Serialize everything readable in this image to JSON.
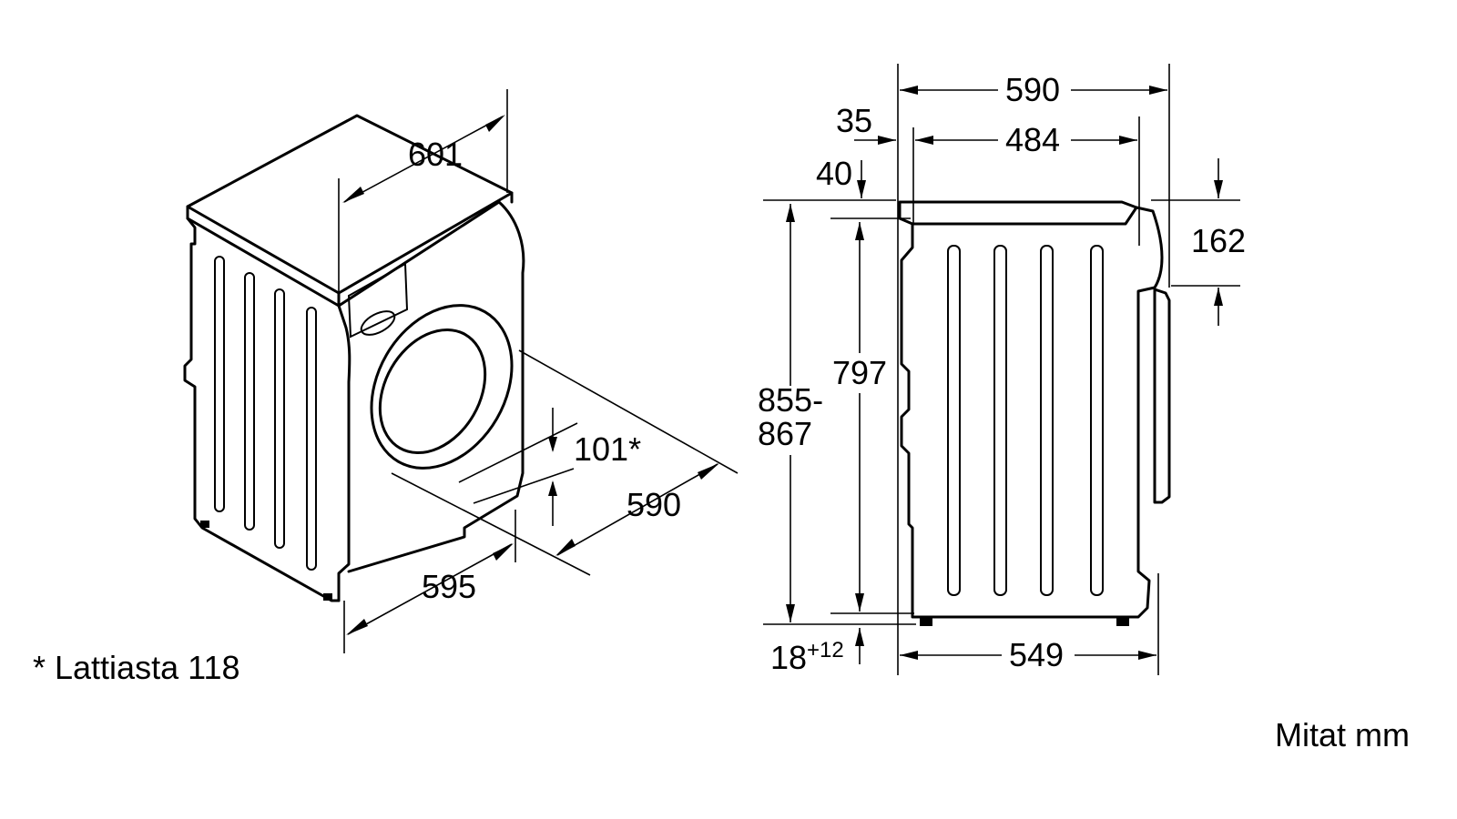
{
  "left_view": {
    "dims": {
      "width_top": "601",
      "width_front": "595",
      "depth": "590",
      "door_clearance": "101*"
    },
    "footnote": "* Lattiasta 118"
  },
  "right_view": {
    "dims": {
      "depth_total": "590",
      "depth_inner": "484",
      "offset_35": "35",
      "offset_40": "40",
      "height_range_top": "855-",
      "height_range_bottom": "867",
      "height_797": "797",
      "top_162": "162",
      "depth_549": "549",
      "feet_base": "18",
      "feet_sup": "+12"
    }
  },
  "units_note": "Mitat mm"
}
